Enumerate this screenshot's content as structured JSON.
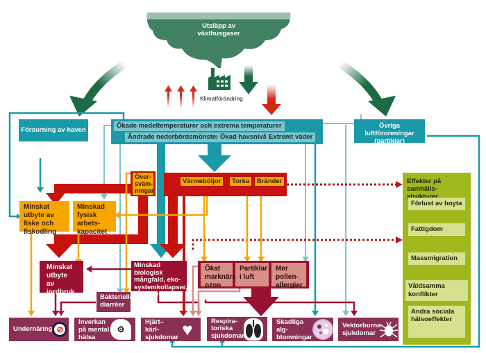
{
  "source": {
    "cloud_label": "Utsläpp av växthusgaser",
    "climate_change_label": "Klimatförändring"
  },
  "left_top": {
    "acidification": "Försurning av haven"
  },
  "right_top": {
    "other_pollutants": "Övriga luftföroreningar (partiklar)"
  },
  "central": {
    "title": "Ökade medeltemperaturer och extrema temperaturer",
    "tags": [
      "Ändrade nederbördsmönster",
      "Ökad havsnivå",
      "Extremt väder"
    ]
  },
  "hazards": {
    "flooding": "Över-sväm-ningar",
    "heatwaves": "Värmeböljor",
    "drought": "Torka",
    "fires": "Bränder"
  },
  "orange_effects": {
    "fishing": "Minskat utbyte av fiske och fiskodling",
    "work_capacity": "Minskad fysisk arbets-kapacitet"
  },
  "maroon_effects": {
    "agriculture": "Minskat utbyte av jordbruk",
    "biodiversity": "Minskad biologisk mångfald, eko-systemkollapser, skadeangrepp"
  },
  "air_quality": {
    "ozone": "Ökat marknära ozon",
    "particles": "Partiklar i luft",
    "pollen": "Mer pollen-allergier"
  },
  "bacterial": "Bakteriella diarréer",
  "outcomes": [
    {
      "label": "Undernäring",
      "icon": "no-food-icon"
    },
    {
      "label": "Inverkan på mental hälsa",
      "icon": "head-gears-icon"
    },
    {
      "label": "Hjärt–kärl-sjukdomar",
      "icon": "heart-icon"
    },
    {
      "label": "Respira-toriska sjukdomar",
      "icon": "lungs-icon"
    },
    {
      "label": "Skadliga alg-blomningar",
      "icon": "algae-icon"
    },
    {
      "label": "Vektorburna sjukdomar",
      "icon": "tick-icon"
    }
  ],
  "society": {
    "title": "Effekter på samhälls-strukturer",
    "items": [
      "Förlust av boyta",
      "Fattigdom",
      "Massmigration",
      "Våldsamma konflikter",
      "Andra sociala hälsoeffekter"
    ]
  },
  "colors": {
    "teal": "#1a9aa8",
    "light_teal": "#7cc4cd",
    "red": "#c8120e",
    "orange": "#f7a600",
    "maroon": "#9a1030",
    "plum": "#8a3055",
    "green": "#a1b81c",
    "dark_green": "#1d6b45"
  }
}
